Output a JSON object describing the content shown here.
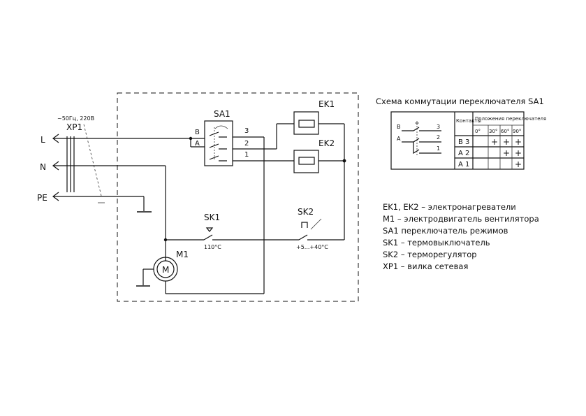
{
  "plug": {
    "rating": "~50Гц, 220В",
    "designation": "XP1",
    "terminals": [
      "L",
      "N",
      "PE"
    ]
  },
  "switch_sa1": {
    "designation": "SA1",
    "left_labels": [
      "B",
      "A"
    ],
    "right_labels": [
      "3",
      "2",
      "1"
    ]
  },
  "heaters": {
    "ek1": "EK1",
    "ek2": "EK2"
  },
  "thermal_cutout": {
    "designation": "SK1",
    "rating": "110°С"
  },
  "thermostat": {
    "designation": "SK2",
    "range": "+5...+40°С"
  },
  "motor": {
    "designation": "M1",
    "symbol": "M"
  },
  "commutation_table": {
    "title": "Схема коммутации переключателя SA1",
    "header_contacts": "Контакты",
    "header_position": "Положения переключателя",
    "angles": [
      "0°",
      "30°",
      "60°",
      "90°"
    ],
    "rows": [
      {
        "contact": "B 3",
        "marks": [
          "",
          "+",
          "+",
          "+"
        ]
      },
      {
        "contact": "A 2",
        "marks": [
          "",
          "",
          "+",
          "+"
        ]
      },
      {
        "contact": "A 1",
        "marks": [
          "",
          "",
          "",
          "+"
        ]
      }
    ],
    "mini_labels": {
      "left": [
        "B",
        "A"
      ],
      "right": [
        "3",
        "2",
        "1"
      ]
    }
  },
  "legend": [
    "EK1, EK2 – электронагреватели",
    "M1 – электродвигатель вентилятора",
    "SA1 переключатель режимов",
    "SK1 – термовыключатель",
    "SK2 – терморегулятор",
    "XP1 – вилка сетевая"
  ]
}
